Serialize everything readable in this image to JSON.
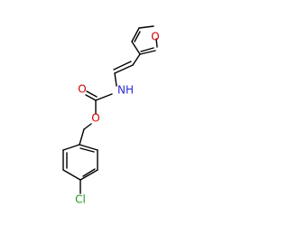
{
  "molecule": {
    "atoms": [
      {
        "id": "O_furan",
        "label": "O",
        "color": "#d00000"
      },
      {
        "id": "N_amide",
        "label": "NH",
        "color": "#2a2ad0"
      },
      {
        "id": "O_carbonyl",
        "label": "O",
        "color": "#d00000"
      },
      {
        "id": "O_ester",
        "label": "O",
        "color": "#d00000"
      },
      {
        "id": "Cl",
        "label": "Cl",
        "color": "#1a9a1a"
      }
    ],
    "bond_color": "#000000",
    "background": "#ffffff"
  }
}
